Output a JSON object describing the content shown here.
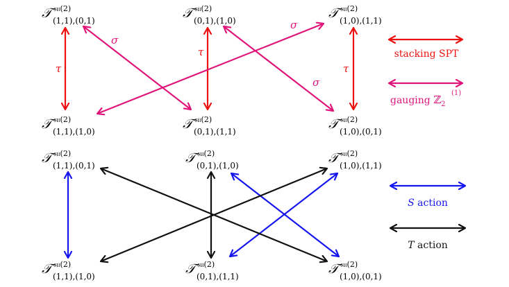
{
  "colors": {
    "red": "#ee1111",
    "magenta": "#e0157a",
    "blue": "#1515ee",
    "black": "#111111"
  },
  "top": {
    "nodes": [
      {
        "id": "t11_01",
        "sub": "(1,1),(0,1)"
      },
      {
        "id": "t01_10",
        "sub": "(0,1),(1,0)"
      },
      {
        "id": "t10_11",
        "sub": "(1,0),(1,1)"
      },
      {
        "id": "t11_10",
        "sub": "(1,1),(1,0)"
      },
      {
        "id": "t01_11",
        "sub": "(0,1),(1,1)"
      },
      {
        "id": "t10_01",
        "sub": "(1,0),(0,1)"
      }
    ],
    "edge_labels": {
      "tau": "τ",
      "sigma": "σ"
    }
  },
  "bottom": {
    "nodes": [
      {
        "id": "b11_01",
        "sub": "(1,1),(0,1)"
      },
      {
        "id": "b01_10",
        "sub": "(0,1),(1,0)"
      },
      {
        "id": "b10_11",
        "sub": "(1,0),(1,1)"
      },
      {
        "id": "b11_10",
        "sub": "(1,1),(1,0)"
      },
      {
        "id": "b01_11",
        "sub": "(0,1),(1,1)"
      },
      {
        "id": "b10_01",
        "sub": "(1,0),(0,1)"
      }
    ]
  },
  "node_symbol": {
    "base": "𝒯",
    "sup": "𝔰𝔲(2)"
  },
  "legend": {
    "stacking": "stacking SPT",
    "gauging_prefix": "gauging ",
    "gauging_Z": "ℤ",
    "gauging_sub": "2",
    "gauging_sup": "(1)",
    "s_action_S": "S",
    "s_action_rest": " action",
    "t_action_T": "T",
    "t_action_rest": " action"
  }
}
